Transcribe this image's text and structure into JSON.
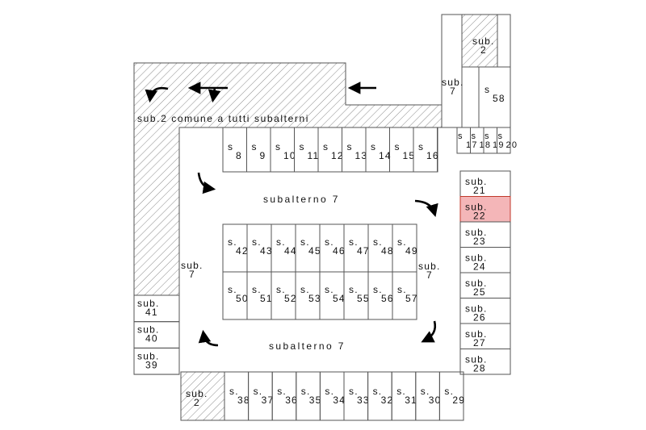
{
  "labels": {
    "common_area": "sub.2 comune a tutti subalterni",
    "aisle_top": "subalterno 7",
    "aisle_bottom": "subalterno 7",
    "sub2_top": "sub.\n2",
    "sub7_upper": "sub.\n7",
    "s58": "s\n58",
    "sub7_left": "sub.\n7",
    "sub7_right": "sub.\n7",
    "sub2_bottom": "sub.\n2"
  },
  "stalls": {
    "top_row": [
      "s\n8",
      "s\n9",
      "s\n10",
      "s\n11",
      "s\n12",
      "s\n13",
      "s\n14",
      "s\n15",
      "s\n16"
    ],
    "small_row": [
      "s\n17",
      "s\n18",
      "s\n19",
      "s\n20"
    ],
    "right_col": [
      "sub.\n21",
      "sub.\n22",
      "sub.\n23",
      "sub.\n24",
      "sub.\n25",
      "sub.\n26",
      "sub.\n27",
      "sub.\n28"
    ],
    "center_top": [
      "s.\n42",
      "s.\n43",
      "s.\n44",
      "s.\n45",
      "s.\n46",
      "s.\n47",
      "s.\n48",
      "s.\n49"
    ],
    "center_bottom": [
      "s.\n50",
      "s.\n51",
      "s.\n52",
      "s.\n53",
      "s.\n54",
      "s.\n55",
      "s.\n56",
      "s.\n57"
    ],
    "left_col": [
      "sub.\n41",
      "sub.\n40",
      "sub.\n39"
    ],
    "bottom_row": [
      "s.\n38",
      "s.\n37",
      "s.\n36",
      "s.\n35",
      "s.\n34",
      "s.\n33",
      "s.\n32",
      "s.\n31",
      "s.\n30",
      "s.\n29"
    ]
  },
  "highlight": {
    "stall": "sub.\n22",
    "fill": "#f4b6b8",
    "text_color": "#c0392b"
  },
  "colors": {
    "line": "#555555",
    "hatch": "#8a8a8a",
    "arrow": "#000000"
  },
  "arrows": [
    "arrow-left-icon",
    "arrow-fork-icon",
    "arrow-turn-icon",
    "arrow-curve-down-icon",
    "arrow-curve-down-icon",
    "arrow-curve-down-icon",
    "arrow-curve-up-icon"
  ]
}
